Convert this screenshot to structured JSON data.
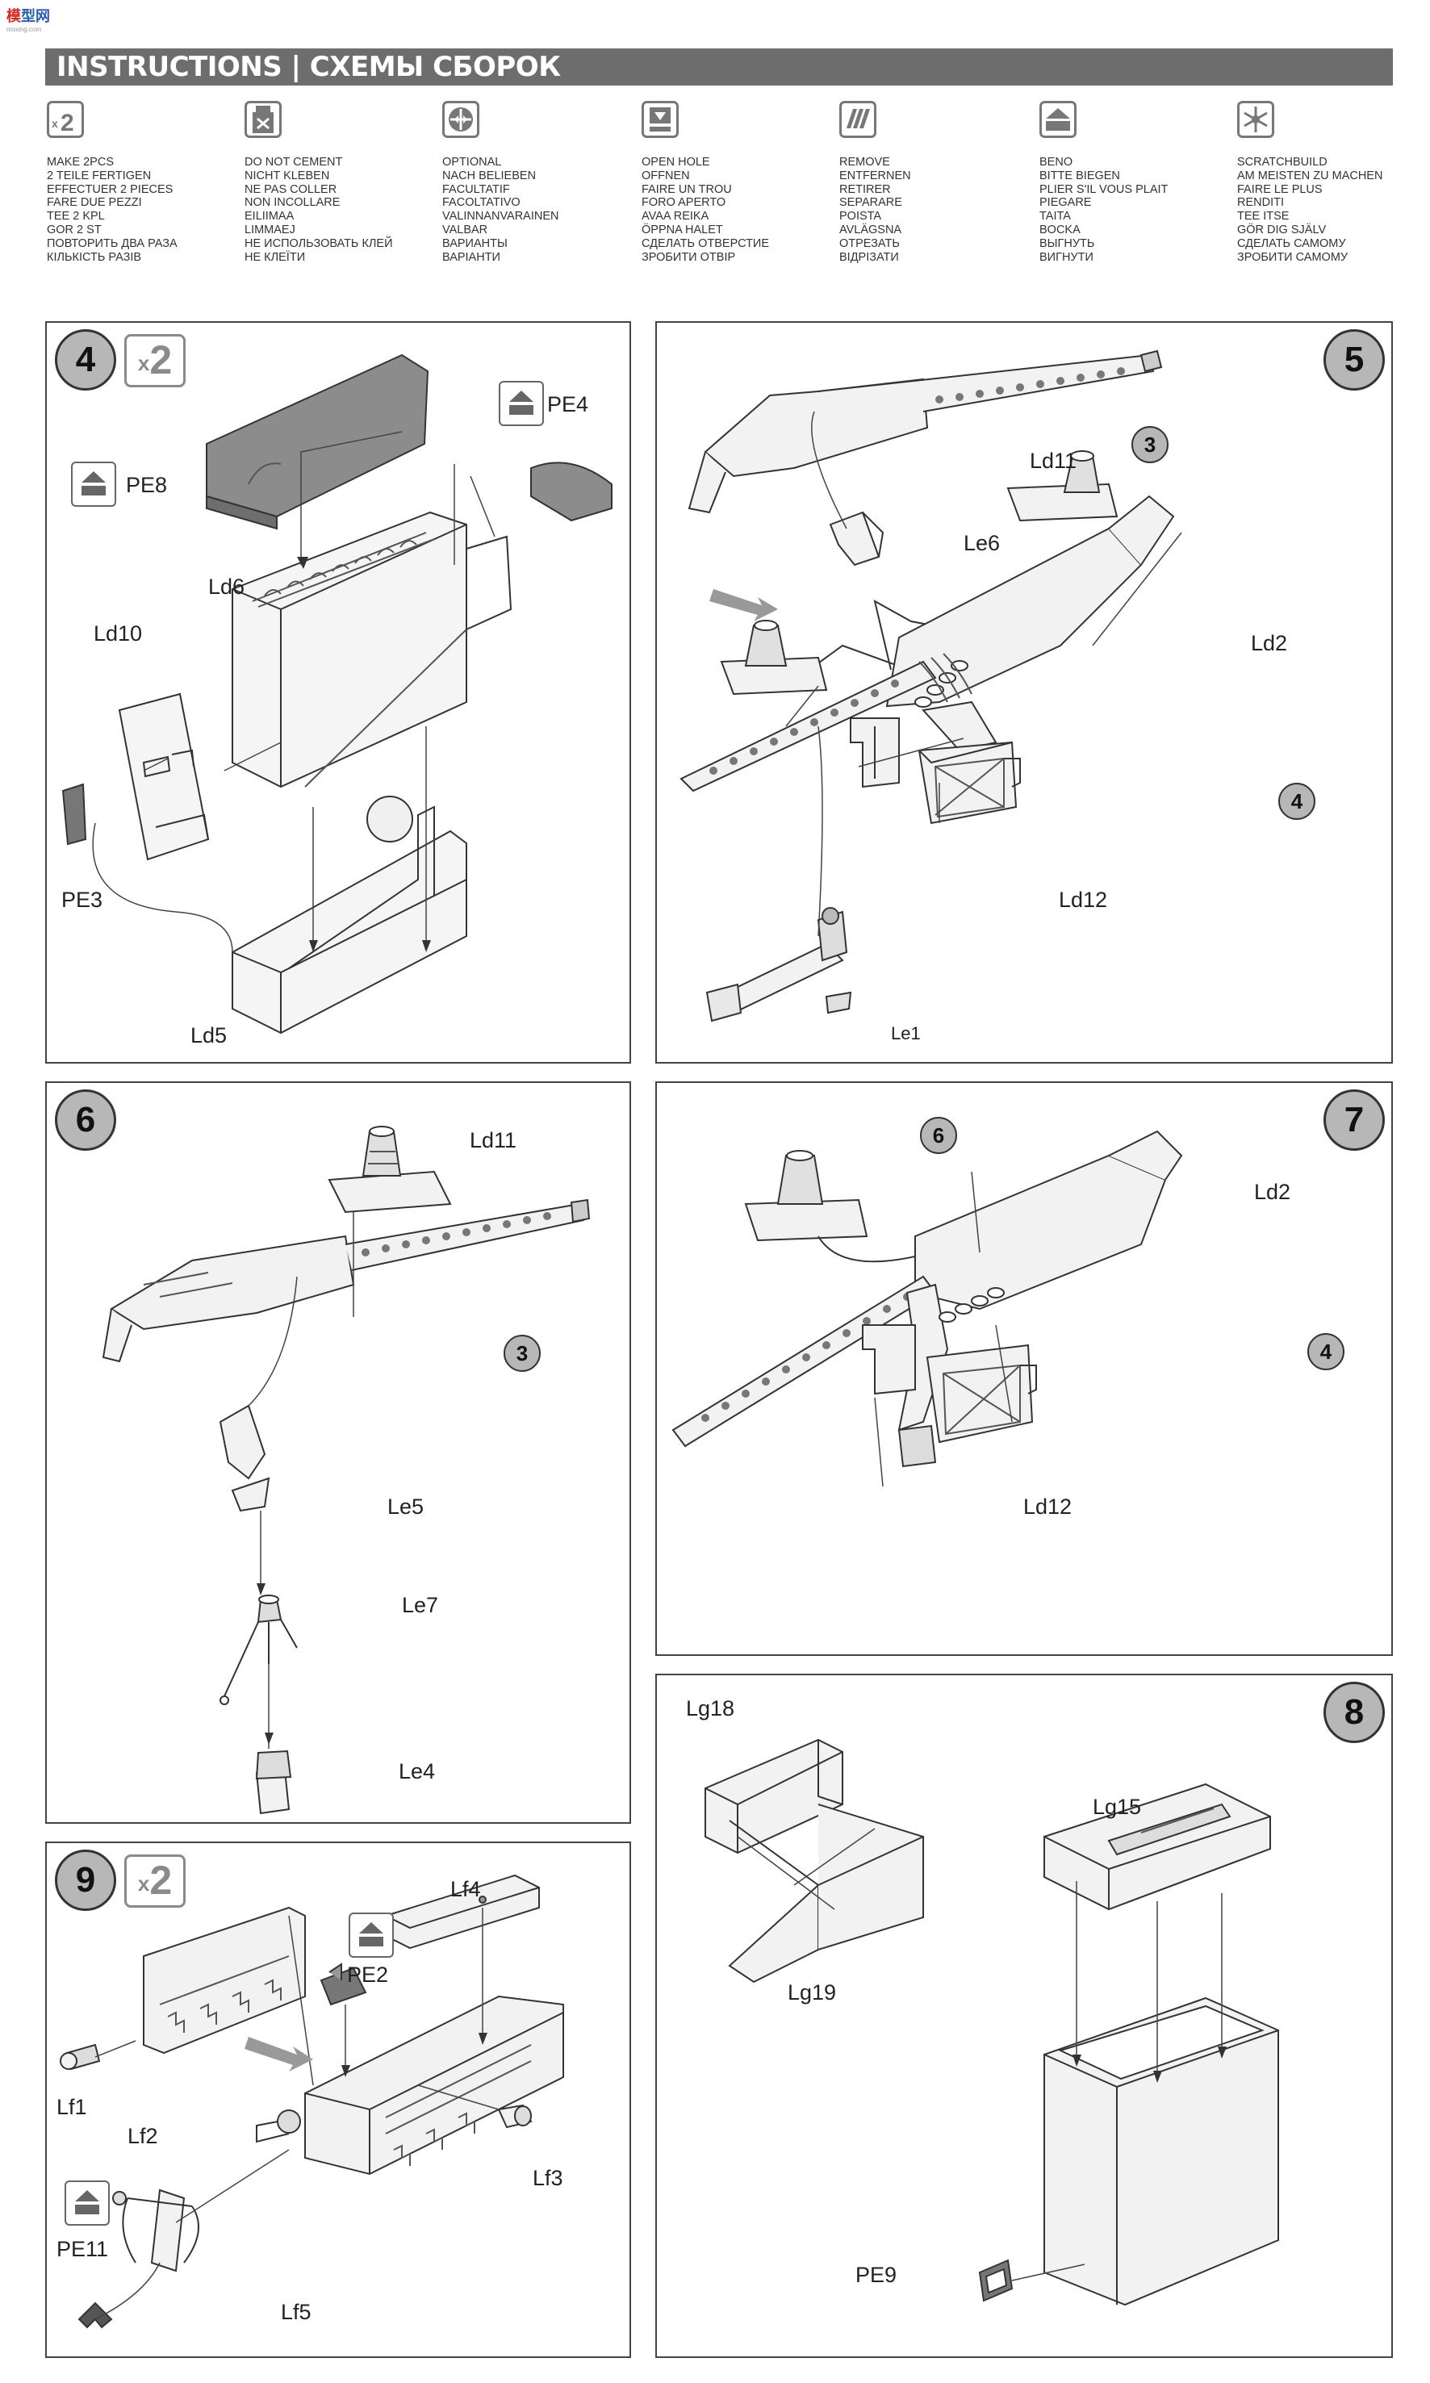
{
  "site_logo": {
    "part1": "模",
    "part2": "型网",
    "sub": "moxing.com"
  },
  "header": {
    "title": "INSTRUCTIONS | СХЕМЫ СБОРОК"
  },
  "legend": [
    {
      "icon": "make-2pcs-icon",
      "lines": [
        "MAKE 2pcs",
        "2 TEILE FERTIGEN",
        "EFFECTUER 2 PIECES",
        "FARE DUE PEZZI",
        "TEE 2 KPL",
        "GOR 2 ST",
        "ПОВТОРИТЬ ДВА РАЗА",
        "КІЛЬКІСТЬ РАЗІВ"
      ]
    },
    {
      "icon": "do-not-cement-icon",
      "lines": [
        "DO NOT CEMENT",
        "NICHT KLEBEN",
        "NE PAS COLLER",
        "NON INCOLLARE",
        "EILIIMAA",
        "LIMMAEJ",
        "НЕ ИСПОЛЬЗОВАТЬ КЛЕЙ",
        "НЕ КЛЕЇТИ"
      ]
    },
    {
      "icon": "optional-icon",
      "lines": [
        "OPTIONAL",
        "NACH BELIEBEN",
        "FACULTATIF",
        "FACOLTATIVO",
        "VALINNANVARAINEN",
        "VALBAR",
        "ВАРИАНТЫ",
        "ВАРІАНТИ"
      ]
    },
    {
      "icon": "open-hole-icon",
      "lines": [
        "OPEN  HOLE",
        "OFFNEN",
        "FAIRE UN TROU",
        "FORO APERTO",
        "AVAA REIKA",
        "ÖPPNA HALET",
        "СДЕЛАТЬ ОТВЕРСТИЕ",
        "ЗРОБИТИ ОТВІР"
      ]
    },
    {
      "icon": "remove-icon",
      "lines": [
        "REMOVE",
        "ENTFERNEN",
        "RETIRER",
        "SEPARARE",
        "POISTA",
        "AVLÄGSNA",
        "ОТРЕЗАТЬ",
        "ВІДРІЗАТИ"
      ]
    },
    {
      "icon": "bend-icon",
      "lines": [
        "BENO",
        "BITTE BIEGEN",
        "PLIER S'IL VOUS PLAIT",
        "PIEGARE",
        "TAITA",
        "BOCKA",
        "ВЫГНУТЬ",
        "ВИГНУТИ"
      ]
    },
    {
      "icon": "scratchbuild-icon",
      "lines": [
        "SCRATCHBUILD",
        "AM MEISTEN ZU MACHEN",
        "FAIRE LE PLUS",
        "RENDITI",
        "TEE ITSE",
        "GÖR DIG SJÄLV",
        "СДЕЛАТЬ САМОМУ",
        "ЗРОБИТИ САМОМУ"
      ]
    }
  ],
  "steps": {
    "s4": {
      "number": "4",
      "x2": "2",
      "labels": {
        "pe8": "PE8",
        "pe4": "PE4",
        "ld6": "Ld6",
        "ld10": "Ld10",
        "pe3": "PE3",
        "ld5": "Ld5"
      }
    },
    "s5": {
      "number": "5",
      "labels": {
        "ld11": "Ld11",
        "le6": "Le6",
        "ld2": "Ld2",
        "ld12": "Ld12",
        "le1": "Le1"
      },
      "refs": {
        "r3": "3",
        "r4": "4"
      }
    },
    "s6": {
      "number": "6",
      "labels": {
        "ld11": "Ld11",
        "le5": "Le5",
        "le7": "Le7",
        "le4": "Le4"
      },
      "refs": {
        "r3": "3"
      }
    },
    "s7": {
      "number": "7",
      "labels": {
        "ld2": "Ld2",
        "ld12": "Ld12"
      },
      "refs": {
        "r6": "6",
        "r4": "4"
      }
    },
    "s8": {
      "number": "8",
      "labels": {
        "lg18": "Lg18",
        "lg19": "Lg19",
        "lg15": "Lg15",
        "pe9": "PE9"
      }
    },
    "s9": {
      "number": "9",
      "x2": "2",
      "labels": {
        "lf4": "Lf4",
        "pe2": "PE2",
        "lf1": "Lf1",
        "lf2": "Lf2",
        "lf3": "Lf3",
        "pe11": "PE11",
        "lf5": "Lf5"
      }
    }
  }
}
